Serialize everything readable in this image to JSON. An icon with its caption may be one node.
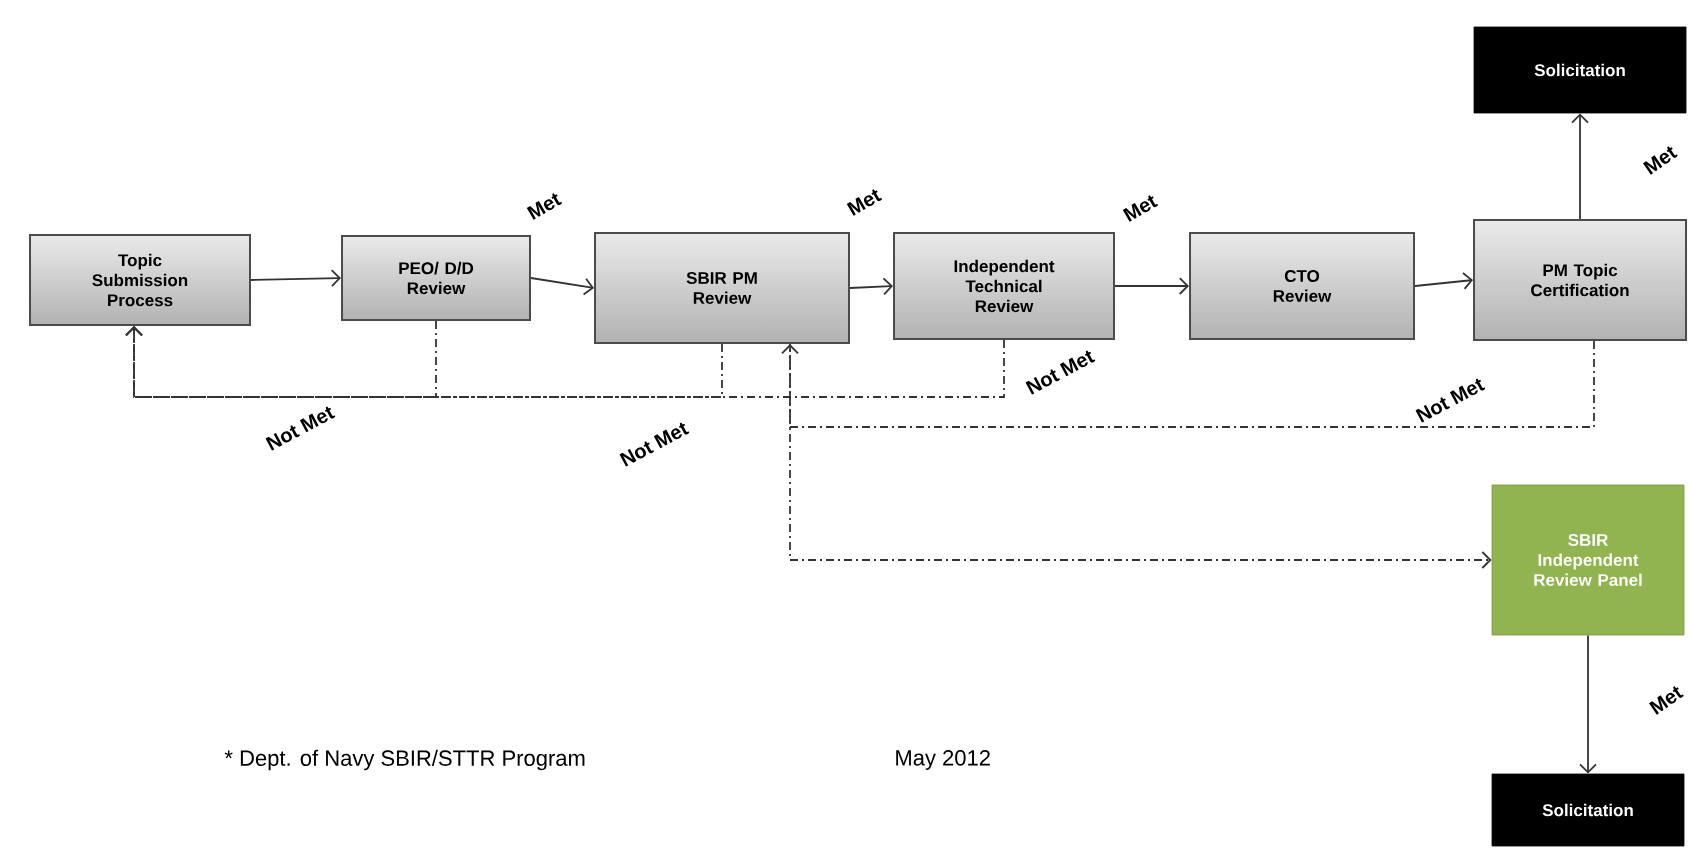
{
  "diagram": {
    "nodes": [
      {
        "text": [
          "Topic Submission Process"
        ]
      },
      {
        "text": [
          "PEO/ D/D Review"
        ]
      },
      {
        "text": [
          "SBIR PM Review"
        ]
      },
      {
        "text": [
          "Independent Technical Review"
        ]
      },
      {
        "text": [
          "CTO Review"
        ]
      },
      {
        "text": [
          "PM Topic Certification"
        ]
      },
      {
        "text": [
          "Solicitation"
        ]
      },
      {
        "text": [
          "SBIR Independent Review Panel"
        ]
      },
      {
        "text": [
          "Solicitation"
        ]
      }
    ],
    "edges": [
      {
        "from": 0,
        "to": 1,
        "arrow": "to"
      },
      {
        "from": 1,
        "to": 2,
        "arrow": "to",
        "label": "Met"
      },
      {
        "from": 2,
        "to": 3,
        "arrow": "to",
        "label": "Met"
      },
      {
        "from": 3,
        "to": 4,
        "arrow": "to",
        "label": "Met"
      },
      {
        "from": 4,
        "to": 5,
        "arrow": "to"
      },
      {
        "from": 5,
        "to": 6,
        "arrow": "to",
        "label": "Met"
      },
      {
        "from": 1,
        "to": 0,
        "arrow": "to",
        "style": "dashed",
        "label": "Not Met"
      },
      {
        "from": 2,
        "to": 0,
        "arrow": "to",
        "style": "dashed",
        "label": "Not Met"
      },
      {
        "from": 3,
        "to": 0,
        "arrow": "to",
        "style": "dashed",
        "label": "Not Met"
      },
      {
        "from": 5,
        "to": 2,
        "arrow": "to",
        "style": "dashed",
        "label": "Not Met"
      },
      {
        "from": 2,
        "to": 7,
        "arrow": "to",
        "style": "dashed"
      },
      {
        "from": 7,
        "to": 8,
        "arrow": "to",
        "label": "Met"
      }
    ],
    "labels": [
      "* Dept. of Navy SBIR/STTR Program",
      "May 2012"
    ]
  }
}
